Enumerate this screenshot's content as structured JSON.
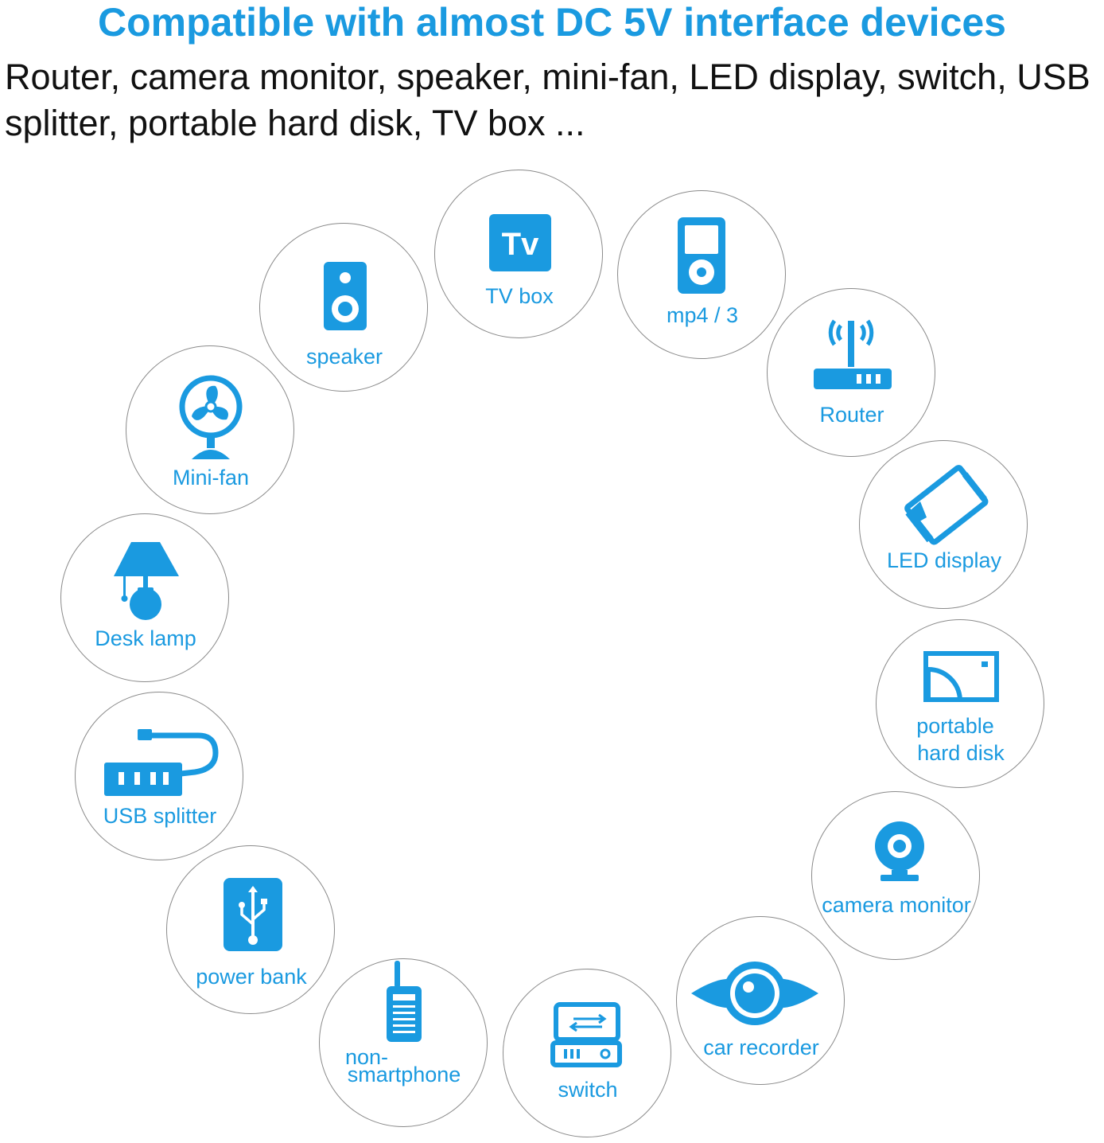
{
  "header": {
    "title": "Compatible with almost DC 5V interface devices",
    "subtitle": "Router, camera monitor, speaker, mini-fan, LED display, switch,  USB splitter, portable hard disk, TV box ..."
  },
  "accent_color": "#1a9ae0",
  "devices": [
    {
      "label": "TV box",
      "icon": "tv-box-icon"
    },
    {
      "label": "mp4 / 3",
      "icon": "mp4-player-icon"
    },
    {
      "label": "speaker",
      "icon": "speaker-icon"
    },
    {
      "label": "Router",
      "icon": "router-icon"
    },
    {
      "label": "Mini-fan",
      "icon": "fan-icon"
    },
    {
      "label": "LED display",
      "icon": "led-display-icon"
    },
    {
      "label": "Desk lamp",
      "icon": "desk-lamp-icon"
    },
    {
      "label_lines": [
        "portable",
        "hard disk"
      ],
      "icon": "hard-disk-icon"
    },
    {
      "label": "USB splitter",
      "icon": "usb-hub-icon"
    },
    {
      "label": "camera monitor",
      "icon": "webcam-icon"
    },
    {
      "label": "power bank",
      "icon": "power-bank-icon"
    },
    {
      "label": "car recorder",
      "icon": "car-recorder-icon"
    },
    {
      "label_lines": [
        "non-",
        "smartphone"
      ],
      "icon": "walkie-talkie-icon"
    },
    {
      "label": "switch",
      "icon": "switch-icon"
    }
  ]
}
